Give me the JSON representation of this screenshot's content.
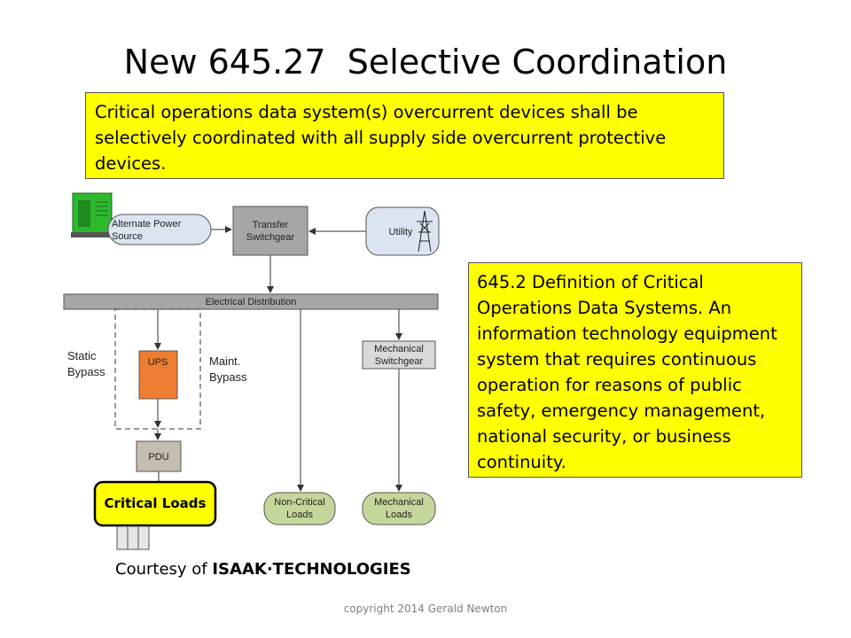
{
  "slide": {
    "title": "New 645.27  Selective Coordination",
    "note_top": "Critical operations data system(s) overcurrent devices shall be selectively coordinated with all supply side overcurrent protective devices.",
    "note_right": "645.2 Definition of Critical Operations Data Systems.  An information technology equipment system that requires continuous operation for reasons of public safety, emergency management, national security, or business continuity.",
    "courtesy_prefix": "Courtesy of ",
    "courtesy_company": "ISAAK·TECHNOLOGIES",
    "copyright": "copyright 2014 Gerald Newton"
  },
  "diagram": {
    "alt_power_line1": "Alternate Power",
    "alt_power_line2": "Source",
    "transfer_line1": "Transfer",
    "transfer_line2": "Switchgear",
    "utility": "Utility",
    "electrical_distribution": "Electrical Distribution",
    "static_line1": "Static",
    "static_line2": "Bypass",
    "ups": "UPS",
    "maint_line1": "Maint.",
    "maint_line2": "Bypass",
    "mechanical_sw_line1": "Mechanical",
    "mechanical_sw_line2": "Switchgear",
    "pdu": "PDU",
    "critical_loads": "Critical Loads",
    "noncritical_line1": "Non-Critical",
    "noncritical_line2": "Loads",
    "mechanical_loads_line1": "Mechanical",
    "mechanical_loads_line2": "Loads",
    "colors": {
      "gray_box": "#a6a6a6",
      "ups_orange": "#ed7d31",
      "pdu_tan": "#c4bdb0",
      "green_load": "#c4d79b",
      "highlight_yellow": "#ffff00",
      "generator_green": "#2eb82e"
    }
  }
}
